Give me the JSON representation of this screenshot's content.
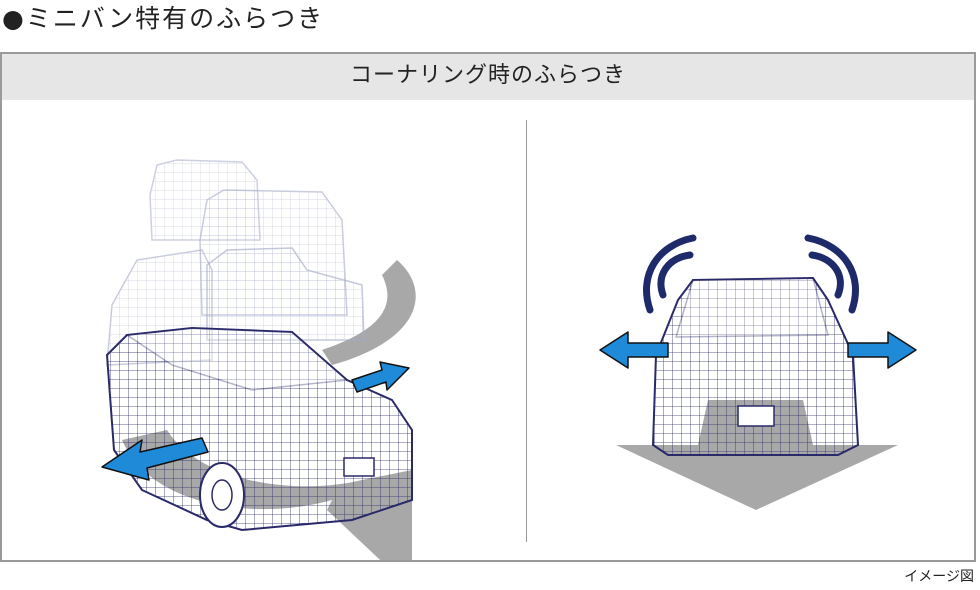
{
  "page": {
    "title": "●ミニバン特有のふらつき",
    "caption": "イメージ図"
  },
  "panel": {
    "header": "コーナリング時のふらつき"
  },
  "colors": {
    "arrow_blue": "#1e8ad8",
    "arrow_outline": "#111111",
    "wireframe": "#2a2a6a",
    "ghost_wireframe": "#9aa0c0",
    "path_gray": "#a8a8a8",
    "sway_marks": "#1f2a6b",
    "header_bg": "#e6e6e6",
    "border": "#9a9a9a"
  }
}
